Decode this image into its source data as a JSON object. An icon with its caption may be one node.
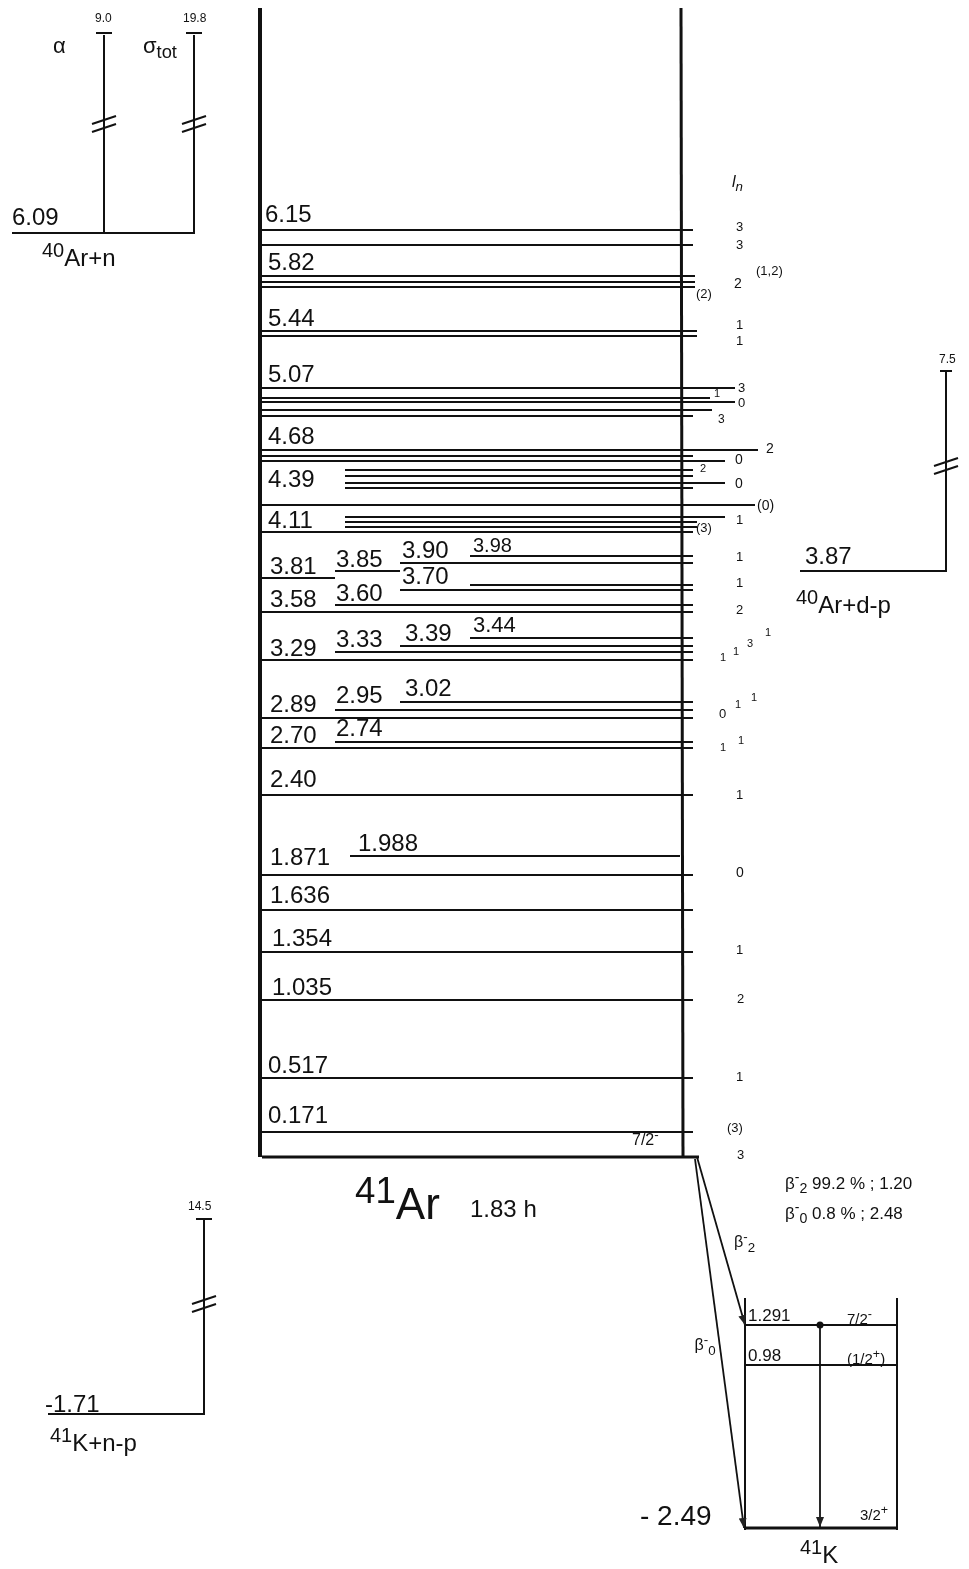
{
  "diagram": {
    "nodes": [
      {
        "text": [
          "$^{41}$Ar",
          "1.83 h"
        ]
      },
      {
        "text": [
          "7/2$^{-}$"
        ],
        "in": 0
      },
      {
        "text": [
          "$^{41}$K"
        ]
      },
      {
        "text": [
          "1.291",
          "7/2$^{-}$"
        ],
        "in": 2
      },
      {
        "text": [
          "0.98",
          "(1/2$^{+}$)"
        ],
        "in": 2
      },
      {
        "text": [
          "3/2$^{+}$"
        ],
        "beside": [
          "- 2.49"
        ],
        "in": 2
      }
    ],
    "edges": [
      {
        "from": 1,
        "to": 3,
        "arrow": "to",
        "label": "β$^{-}$$_{2}$"
      },
      {
        "from": 1,
        "to": 5,
        "arrow": "to",
        "label": "β$^{-}$$_{0}$"
      },
      {
        "from": 3,
        "to": 5,
        "arrow": "to"
      }
    ],
    "labels": [
      "α",
      "9.0",
      "σ$_{tot}$",
      "19.8",
      "6.09",
      "$^{40}$Ar+n",
      "l$_{n}$",
      "6.15",
      "3",
      "3",
      "5.82",
      "(1,2)",
      "2",
      "(2)",
      "5.44",
      "1",
      "1",
      "7.5",
      "5.07",
      "3",
      "1",
      "0",
      "3",
      "4.68",
      "2",
      "2",
      "0",
      "4.39",
      "0",
      "(0)",
      "4.11",
      "1",
      "(3)",
      "3.98",
      "3.90",
      "3.81",
      "3.85",
      "1",
      "3.87",
      "3.70",
      "1",
      "3.58",
      "3.60",
      "$^{40}$Ar+d-p",
      "2",
      "3.44",
      "3.39",
      "3.33",
      "3.29",
      "1",
      "3",
      "1",
      "1",
      "3.02",
      "2.95",
      "2.89",
      "1",
      "1",
      "0",
      "2.74",
      "2.70",
      "1",
      "1",
      "2.40",
      "1",
      "1.988",
      "1.871",
      "0",
      "1.636",
      "1.354",
      "1",
      "1.035",
      "2",
      "0.517",
      "1",
      "0.171",
      "(3)",
      "3",
      "β$^{-}$$_{2}$ 99.2 % ; 1.20",
      "β$^{-}$$_{0}$ 0.8 % ; 2.48",
      "14.5",
      "-1.71",
      "$^{41}$K+n-p"
    ]
  }
}
